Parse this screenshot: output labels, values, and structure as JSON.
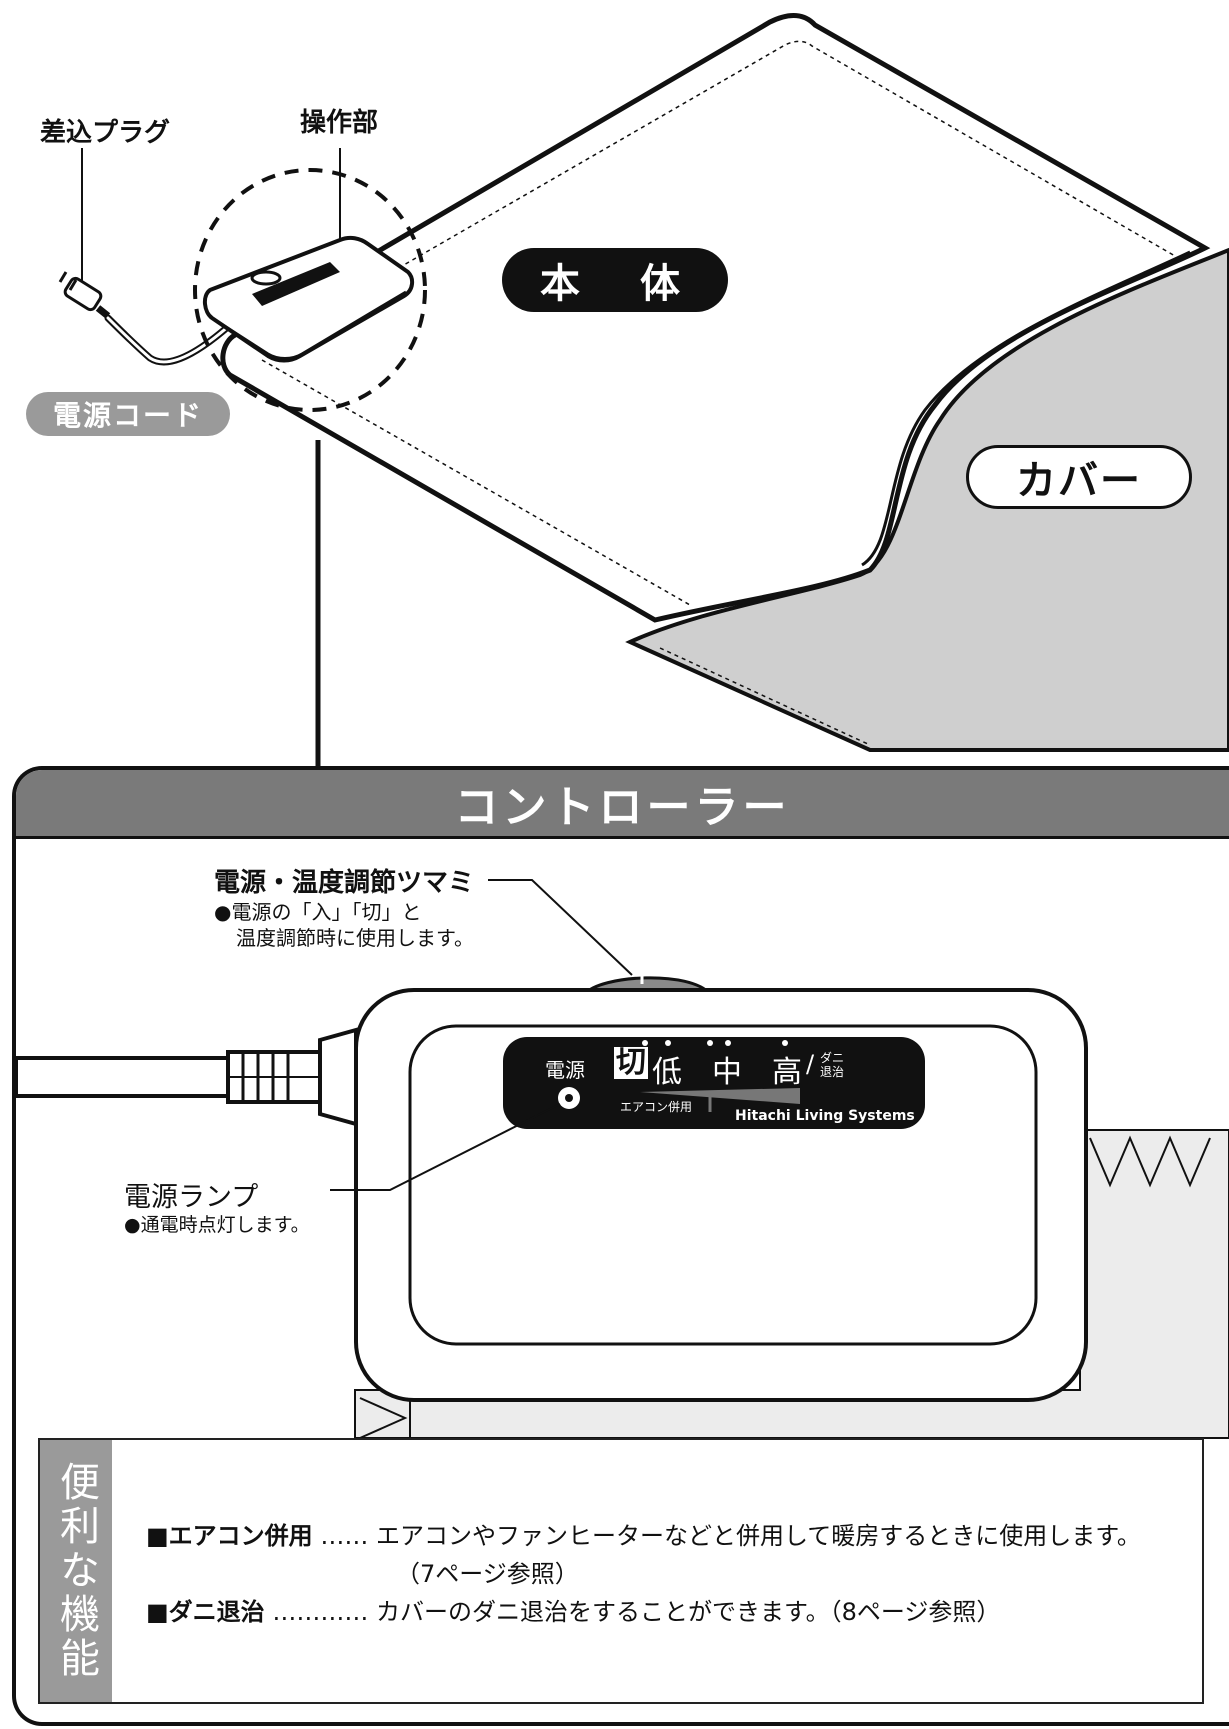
{
  "labels": {
    "plug": "差込プラグ",
    "control_unit": "操作部",
    "power_cord": "電源コード",
    "body": "本　体",
    "cover": "カバー"
  },
  "controller": {
    "title": "コントローラー",
    "knob_title": "電源・温度調節ツマミ",
    "knob_desc_1": "●電源の「入」「切」と",
    "knob_desc_2": "温度調節時に使用します。",
    "lamp_title": "電源ランプ",
    "lamp_desc": "●通電時点灯します。",
    "face": {
      "power": "電源",
      "off": "切",
      "low": "低",
      "mid": "中",
      "high": "高",
      "slash": "/",
      "mite_1": "ダニ",
      "mite_2": "退治",
      "aircon": "エアコン併用",
      "brand": "Hitachi Living Systems"
    }
  },
  "features": {
    "side_title": "便利な機能",
    "items": [
      {
        "name": "■エアコン併用",
        "dots": "……",
        "desc": "エアコンやファンヒーターなどと併用して暖房するときに使用します。",
        "note": "（7ページ参照）"
      },
      {
        "name": "■ダニ退治",
        "dots": "…………",
        "desc": "カバーのダニ退治をすることができます。（8ページ参照）"
      }
    ]
  },
  "colors": {
    "cover_gray": "#cfcfcf",
    "header_gray": "#7a7a7a",
    "feature_gray": "#9a9a9a",
    "pill_black": "#111111",
    "pill_gray": "#9a9a9a"
  }
}
